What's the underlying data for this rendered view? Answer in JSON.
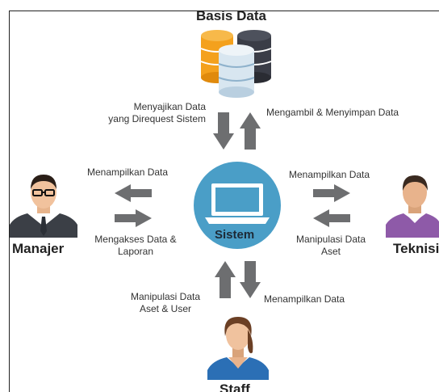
{
  "nodes": {
    "database": "Basis Data",
    "system": "Sistem",
    "manager": "Manajer",
    "technician": "Teknisi",
    "staff": "Staff"
  },
  "flows": {
    "db_to_system": [
      "Menyajikan Data",
      "yang Direquest Sistem"
    ],
    "system_to_db": "Mengambil & Menyimpan Data",
    "system_to_manager": "Menampilkan Data",
    "manager_to_system": [
      "Mengakses Data &",
      "Laporan"
    ],
    "system_to_technician": "Menampilkan Data",
    "technician_to_system": [
      "Manipulasi Data",
      "Aset"
    ],
    "staff_to_system": [
      "Manipulasi Data",
      "Aset & User"
    ],
    "system_to_staff": "Menampilkan Data"
  },
  "colors": {
    "arrow": "#6d6e70",
    "system_circle": "#4a9ec7",
    "db_orange": "#f4a11d",
    "db_dark": "#3a3d47",
    "db_light": "#d8e6f0",
    "manager_suit": "#3b3f46",
    "technician_shirt": "#8e5aa8",
    "staff_shirt": "#2b6fb5"
  }
}
